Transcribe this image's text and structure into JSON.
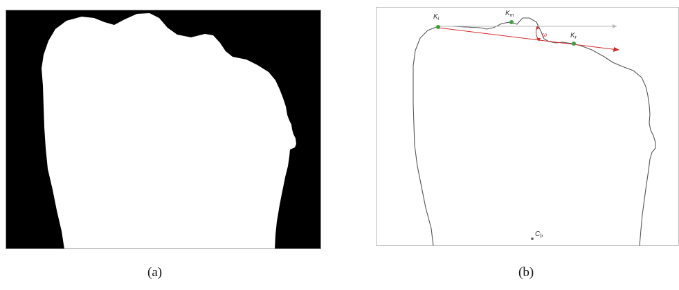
{
  "captions": {
    "a": "(a)",
    "b": "(b)"
  },
  "points": [
    {
      "name": "K",
      "sub": "i"
    },
    {
      "name": "K",
      "sub": "m"
    },
    {
      "name": "K",
      "sub": "r"
    },
    {
      "name": "C",
      "sub": "b"
    }
  ],
  "angle_label": "ω",
  "colors": {
    "background_a": "#000000",
    "shape_a": "#ffffff",
    "frame": "#bdbdbd",
    "contour_b": "#555555",
    "keypoint": "#3aa33a",
    "red_arrow": "#d42a2a",
    "guide_line": "#b8b8b8"
  }
}
